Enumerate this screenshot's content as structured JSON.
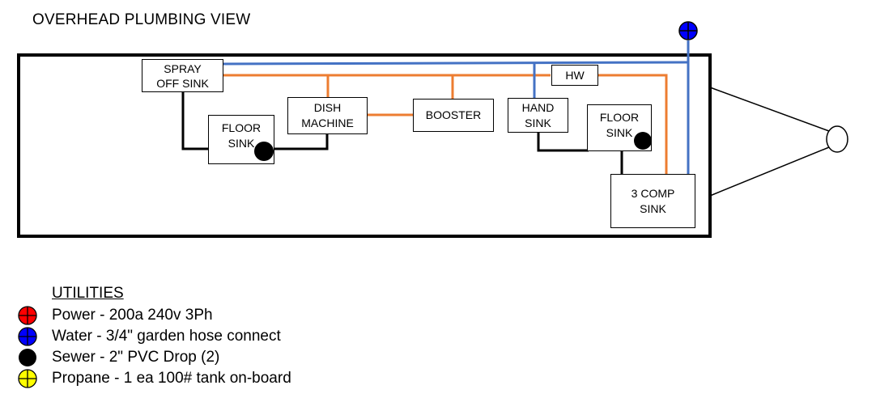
{
  "title": "OVERHEAD PLUMBING VIEW",
  "colors": {
    "water": "#4472c4",
    "hot_water": "#ed7d31",
    "drain": "#000000",
    "power": "#ff0000",
    "water_symbol": "#0000ff",
    "propane": "#ffff00"
  },
  "fixtures": {
    "spray_off_sink": "SPRAY\nOFF SINK",
    "floor_sink_1": "FLOOR\nSINK",
    "dish_machine": "DISH\nMACHINE",
    "booster": "BOOSTER",
    "hand_sink": "HAND\nSINK",
    "hw": "HW",
    "floor_sink_2": "FLOOR\nSINK",
    "three_comp_sink": "3 COMP\nSINK"
  },
  "legend": {
    "title": "UTILITIES",
    "items": [
      {
        "icon": "power-icon",
        "label": "Power - 200a 240v 3Ph"
      },
      {
        "icon": "water-icon",
        "label": "Water - 3/4\" garden hose connect"
      },
      {
        "icon": "sewer-icon",
        "label": "Sewer - 2\" PVC Drop (2)"
      },
      {
        "icon": "propane-icon",
        "label": "Propane - 1 ea 100# tank on-board"
      }
    ]
  }
}
